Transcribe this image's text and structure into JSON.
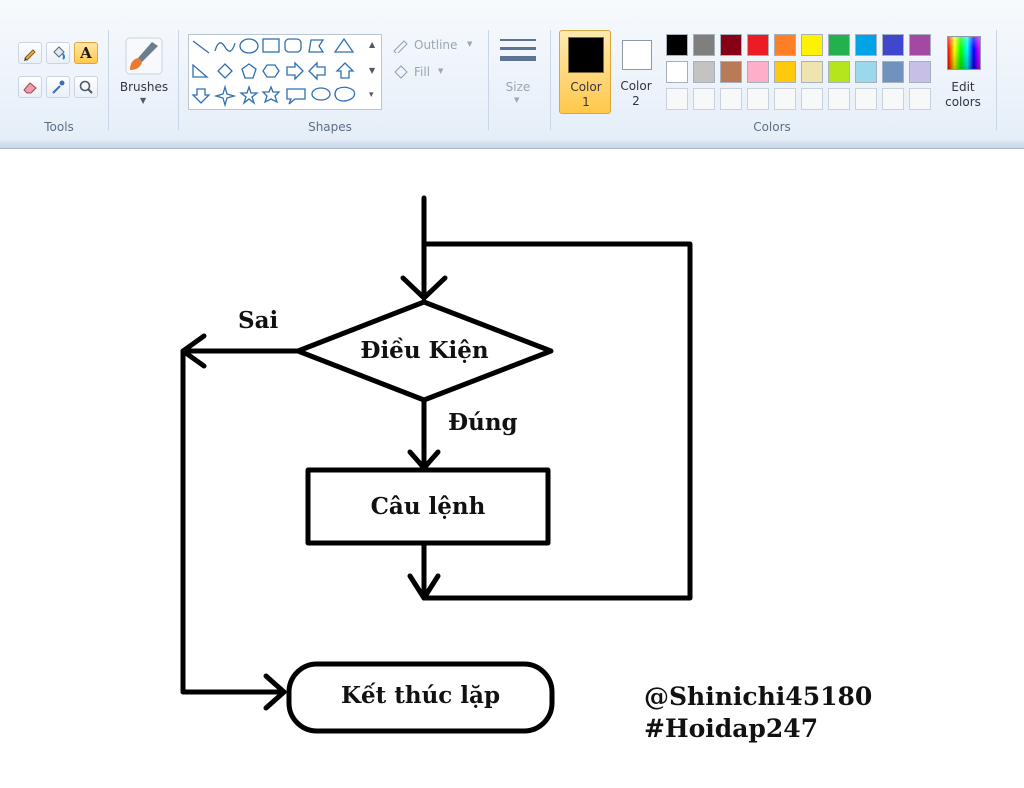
{
  "ribbon": {
    "groups": {
      "tools": "Tools",
      "shapes": "Shapes",
      "colors": "Colors"
    },
    "brushes_label": "Brushes",
    "outline_label": "Outline",
    "fill_label": "Fill",
    "size_label": "Size",
    "color1_label": "Color 1",
    "color1_line1": "Color",
    "color1_line2": "1",
    "color2_line1": "Color",
    "color2_line2": "2",
    "edit_colors_line1": "Edit",
    "edit_colors_line2": "colors",
    "text_tool_glyph": "A",
    "palette_row1": [
      "#000000",
      "#7f7f7f",
      "#880015",
      "#ed1c24",
      "#ff7f27",
      "#fff200",
      "#22b14c",
      "#00a2e8",
      "#3f48cc",
      "#a349a4"
    ],
    "palette_row2": [
      "#ffffff",
      "#c3c3c3",
      "#b97a57",
      "#ffaec9",
      "#ffc90e",
      "#efe4b0",
      "#b5e61d",
      "#99d9ea",
      "#7092be",
      "#c8bfe7"
    ],
    "color1_value": "#000000",
    "color2_value": "#ffffff",
    "active_accent": "#ffc84a"
  },
  "canvas": {
    "condition_label": "Điều Kiện",
    "true_label": "Đúng",
    "false_label": "Sai",
    "statement_label": "Câu lệnh",
    "end_label": "Kết thúc lặp",
    "watermark_line1": "@Shinichi45180",
    "watermark_line2": "#Hoidap247"
  }
}
